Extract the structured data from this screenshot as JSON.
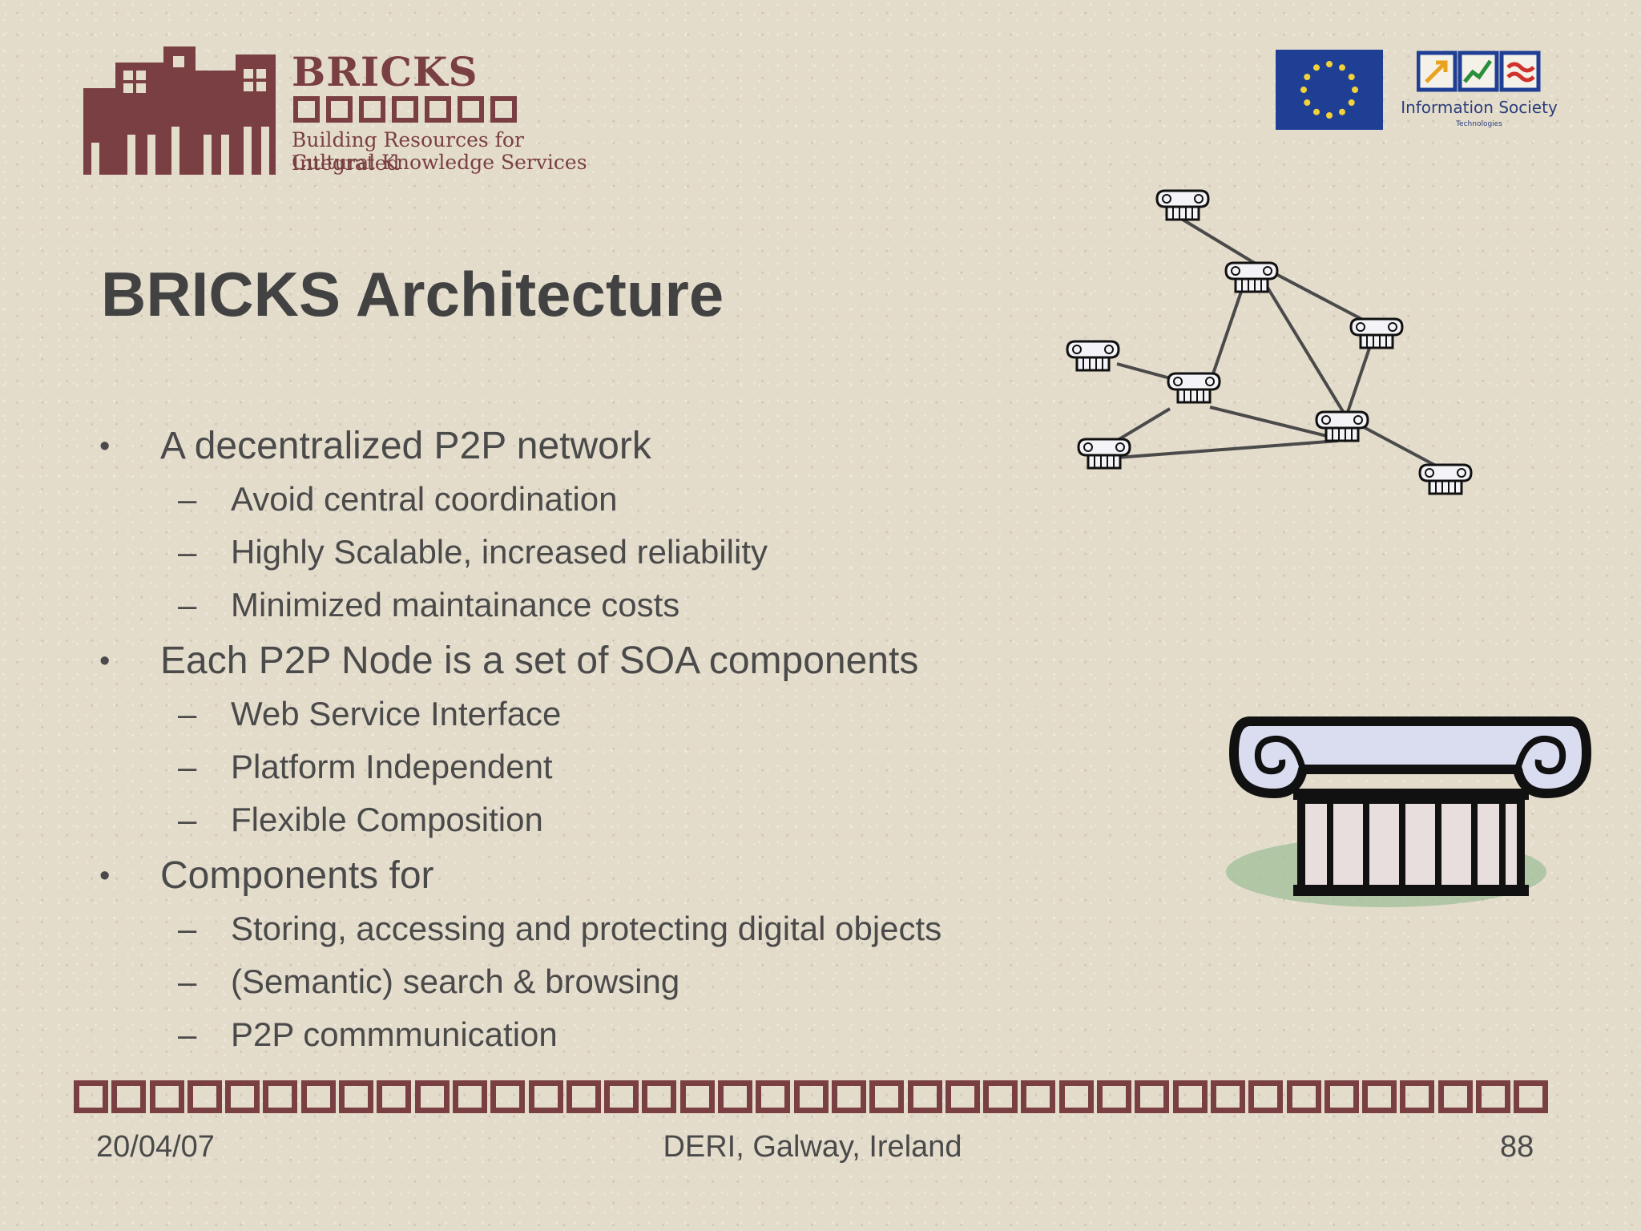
{
  "branding": {
    "wordmark": "BRICKS",
    "tagline_line1": "Building Resources for Integrated",
    "tagline_line2": "Cultural Knowledge Services",
    "color": "#7a3f42"
  },
  "partner_logos": {
    "eu_flag_icon": "eu-flag-icon",
    "ist_label": "Information Society",
    "ist_sublabel": "Technologies"
  },
  "slide": {
    "title": "BRICKS Architecture",
    "bullets": [
      {
        "text": "A decentralized P2P network",
        "subs": [
          "Avoid central coordination",
          "Highly Scalable, increased reliability",
          "Minimized maintainance costs"
        ]
      },
      {
        "text": "Each P2P Node is a set of SOA components",
        "subs": [
          "Web Service Interface",
          "Platform Independent",
          "Flexible Composition"
        ]
      },
      {
        "text": "Components for",
        "subs": [
          "Storing, accessing and protecting digital objects",
          "(Semantic) search & browsing",
          "P2P commmunication"
        ]
      }
    ],
    "bullet_marker": "•",
    "sub_marker": "–"
  },
  "illustrations": {
    "network": "p2p-network-of-column-nodes",
    "column": "ionic-column-capital-icon"
  },
  "footer": {
    "date": "20/04/07",
    "venue": "DERI, Galway, Ireland",
    "page": "88"
  }
}
